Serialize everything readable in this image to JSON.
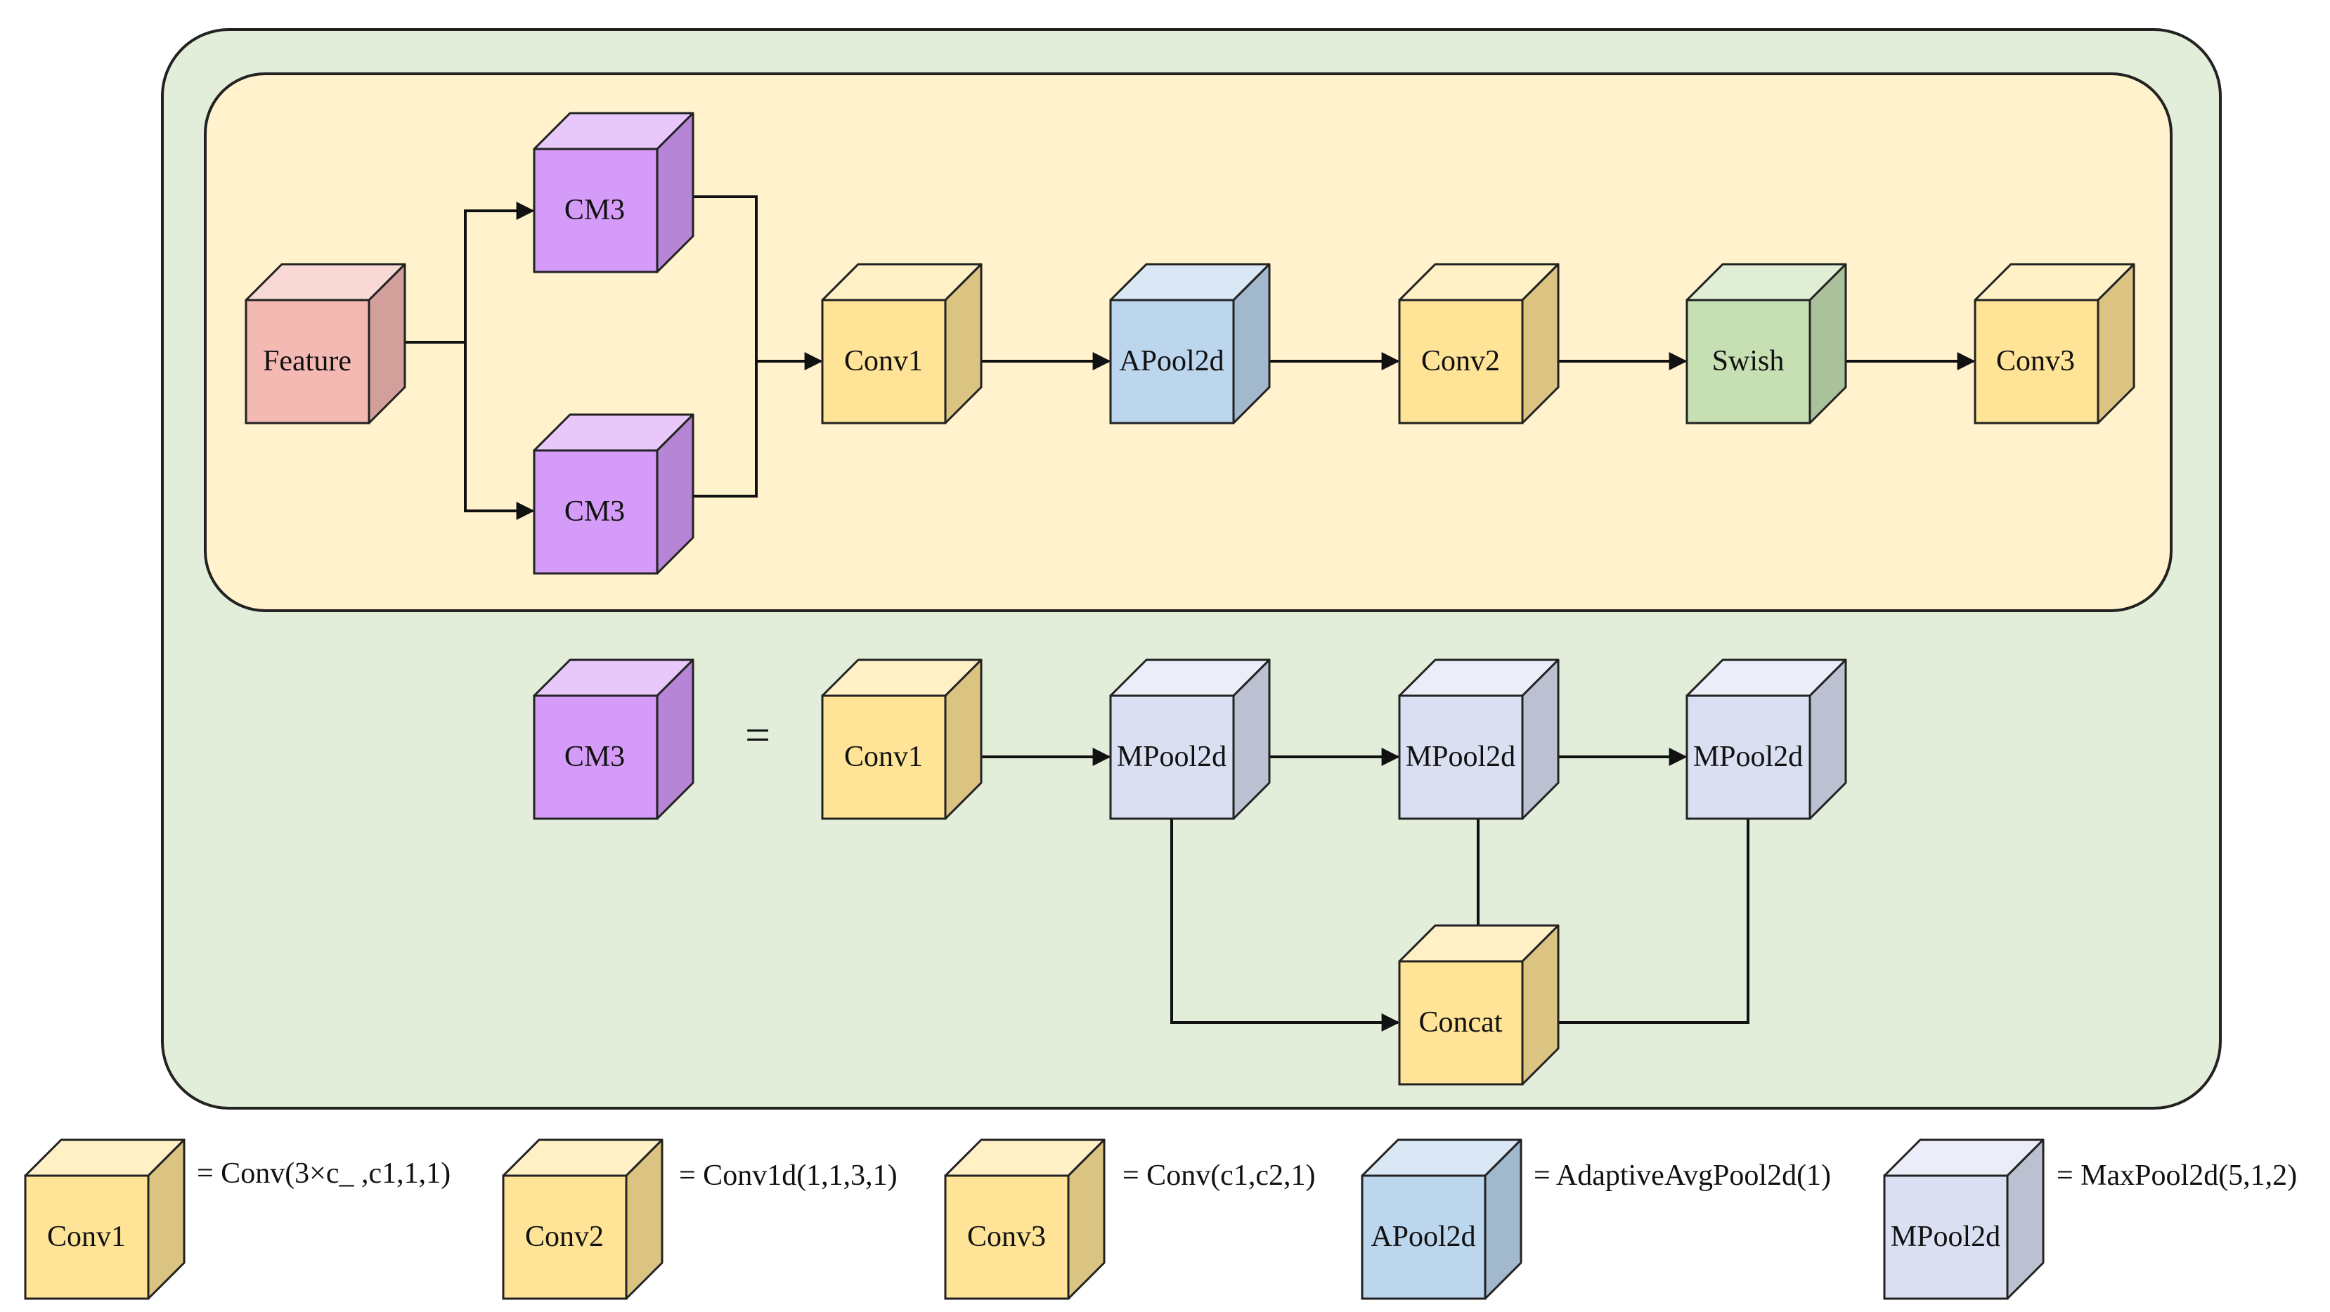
{
  "colors": {
    "outer_panel": "#e2eed9",
    "inner_panel": "#fff2cc",
    "feature": "#f4b9b3",
    "cm3": "#d59bf8",
    "conv": "#ffe497",
    "apool": "#bcd6ee",
    "mpool": "#dae0f2",
    "swish": "#c6e0b4",
    "stroke": "#222222"
  },
  "top_flow": {
    "feature": "Feature",
    "cm3_upper": "CM3",
    "cm3_lower": "CM3",
    "conv1": "Conv1",
    "apool2d": "APool2d",
    "conv2": "Conv2",
    "swish": "Swish",
    "conv3": "Conv3"
  },
  "cm3_definition": {
    "cm3": "CM3",
    "equals": "=",
    "conv1": "Conv1",
    "mpool_1": "MPool2d",
    "mpool_2": "MPool2d",
    "mpool_3": "MPool2d",
    "concat": "Concat"
  },
  "legend": [
    {
      "block": "Conv1",
      "definition": "= Conv(3×c_ ,c1,1,1)",
      "icon": "conv-cube-icon"
    },
    {
      "block": "Conv2",
      "definition": "= Conv1d(1,1,3,1)",
      "icon": "conv-cube-icon"
    },
    {
      "block": "Conv3",
      "definition": "= Conv(c1,c2,1)",
      "icon": "conv-cube-icon"
    },
    {
      "block": "APool2d",
      "definition": "= AdaptiveAvgPool2d(1)",
      "icon": "apool-cube-icon"
    },
    {
      "block": "MPool2d",
      "definition": "= MaxPool2d(5,1,2)",
      "icon": "mpool-cube-icon"
    }
  ]
}
